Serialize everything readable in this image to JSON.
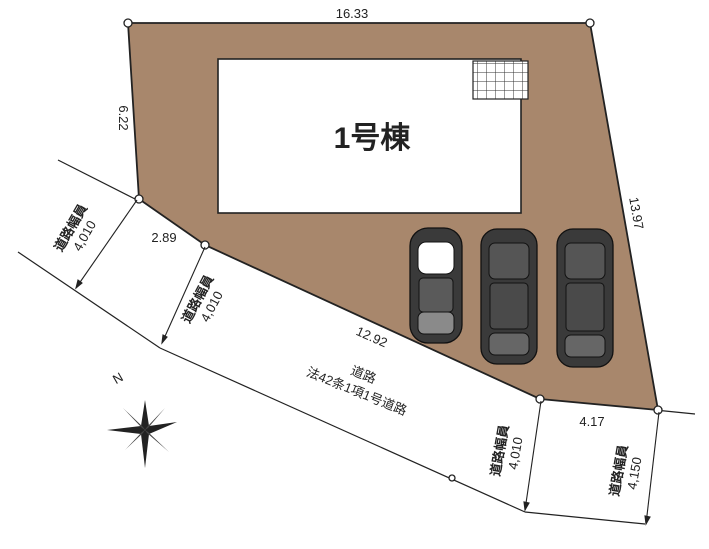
{
  "lot": {
    "top_width": "16.33",
    "left_upper": "6.22",
    "left_lower": "2.89",
    "right_side": "13.97",
    "bottom_front": "12.92",
    "bottom_right": "4.17"
  },
  "building": {
    "label": "1号棟"
  },
  "roads": {
    "width_label_1": "道路幅員",
    "width_value_1": "4,010",
    "width_label_2": "道路幅員",
    "width_value_2": "4,010",
    "width_label_3": "道路幅員",
    "width_value_3": "4,010",
    "width_label_4": "道路幅員",
    "width_value_4": "4,150",
    "main_name": "道路",
    "main_type": "法42条1項1号道路"
  },
  "compass": {
    "label": "N"
  },
  "colors": {
    "lot_fill": "#a8876c",
    "building_fill": "#ffffff",
    "car_body": "#3a3a3a",
    "line": "#222222"
  },
  "cars": {
    "count": 3
  }
}
